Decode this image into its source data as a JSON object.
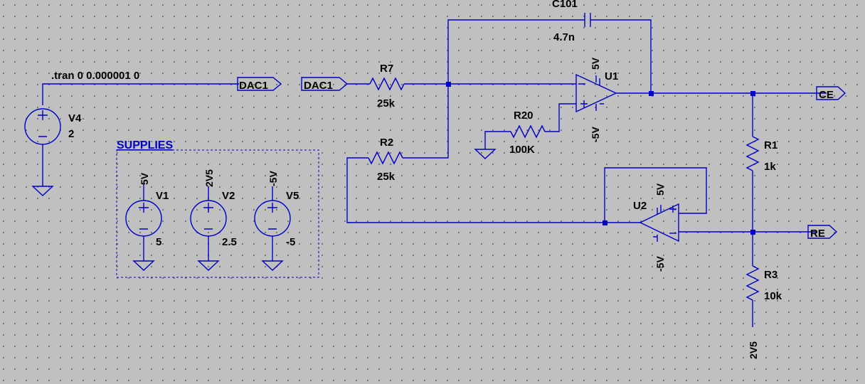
{
  "directive": ".tran 0 0.000001 0",
  "net_labels": {
    "dac1_out": "DAC1",
    "dac1_in": "DAC1",
    "ce": "CE",
    "re": "RE"
  },
  "supply_group": {
    "title": "SUPPLIES"
  },
  "components": {
    "V4": {
      "ref": "V4",
      "value": "2"
    },
    "V1": {
      "ref": "V1",
      "value": "5",
      "net": "5V"
    },
    "V2": {
      "ref": "V2",
      "value": "2.5",
      "net": "2V5"
    },
    "V5": {
      "ref": "V5",
      "value": "-5",
      "net": "-5V"
    },
    "R7": {
      "ref": "R7",
      "value": "25k"
    },
    "R2": {
      "ref": "R2",
      "value": "25k"
    },
    "R20": {
      "ref": "R20",
      "value": "100K"
    },
    "R1": {
      "ref": "R1",
      "value": "1k"
    },
    "R3": {
      "ref": "R3",
      "value": "10k",
      "net": "2V5"
    },
    "C101": {
      "ref": "C101",
      "value": "4.7n"
    },
    "U1": {
      "ref": "U1",
      "vpos": "5V",
      "vneg": "-5V"
    },
    "U2": {
      "ref": "U2",
      "vpos": "5V",
      "vneg": "-5V"
    }
  },
  "colors": {
    "wire": "#0000c8",
    "background": "#c0c0c0",
    "grid_dot": "#6b6b6b",
    "text": "#000000"
  }
}
